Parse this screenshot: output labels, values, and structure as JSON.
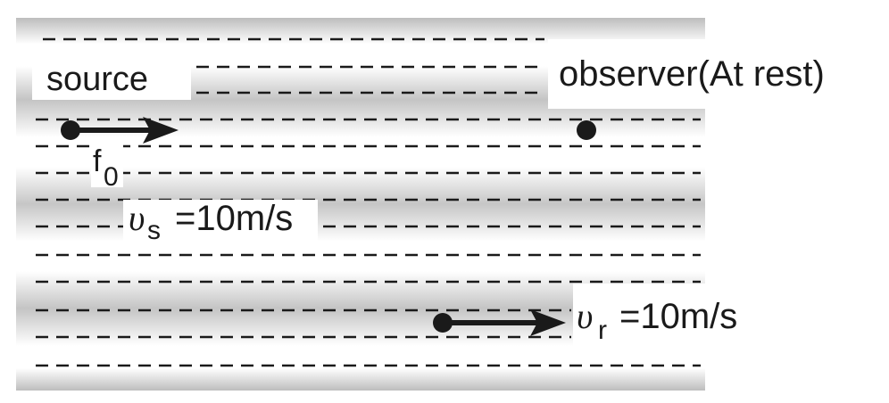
{
  "labels": {
    "source": "source",
    "observer": "observer(At rest)",
    "f_symbol": "f",
    "f_subscript": "0",
    "vs_symbol": "υ",
    "vs_subscript": "s",
    "vs_value": "=10m/s",
    "vr_symbol": "υ",
    "vr_subscript": "r",
    "vr_value": "=10m/s"
  },
  "colors": {
    "medium_edge": "#bdbdbd",
    "medium_mid": "#ffffff",
    "ink": "#1a1a1a"
  }
}
